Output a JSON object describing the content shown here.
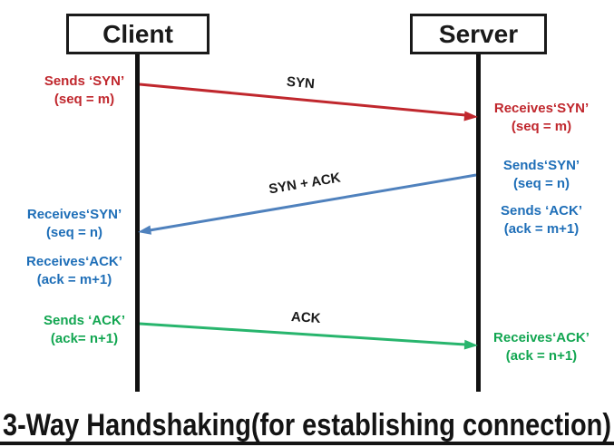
{
  "diagram": {
    "title": "3-Way Handshaking(for establishing connection)",
    "actors": {
      "client": "Client",
      "server": "Server"
    },
    "messages": {
      "syn": "SYN",
      "syn_ack": "SYN + ACK",
      "ack": "ACK"
    },
    "client_notes": {
      "send_syn": {
        "line1": "Sends ‘SYN’",
        "line2": "(seq = m)"
      },
      "recv_syn": {
        "line1": "Receives‘SYN’",
        "line2": "(seq = n)"
      },
      "recv_ack": {
        "line1": "Receives‘ACK’",
        "line2": "(ack = m+1)"
      },
      "send_ack": {
        "line1": "Sends ‘ACK’",
        "line2": "(ack= n+1)"
      }
    },
    "server_notes": {
      "recv_syn": {
        "line1": "Receives‘SYN’",
        "line2": "(seq = m)"
      },
      "send_syn": {
        "line1": "Sends‘SYN’",
        "line2": "(seq = n)"
      },
      "send_ack": {
        "line1": "Sends ‘ACK’",
        "line2": "(ack = m+1)"
      },
      "recv_ack": {
        "line1": "Receives‘ACK’",
        "line2": "(ack = n+1)"
      }
    },
    "colors": {
      "red_arrow": "#c0272d",
      "blue_arrow": "#4f81bd",
      "green_arrow": "#28b56d",
      "red_text": "#c0272d",
      "blue_text": "#1f6fb8",
      "green_text": "#12a651",
      "black": "#1a1a1a"
    }
  }
}
